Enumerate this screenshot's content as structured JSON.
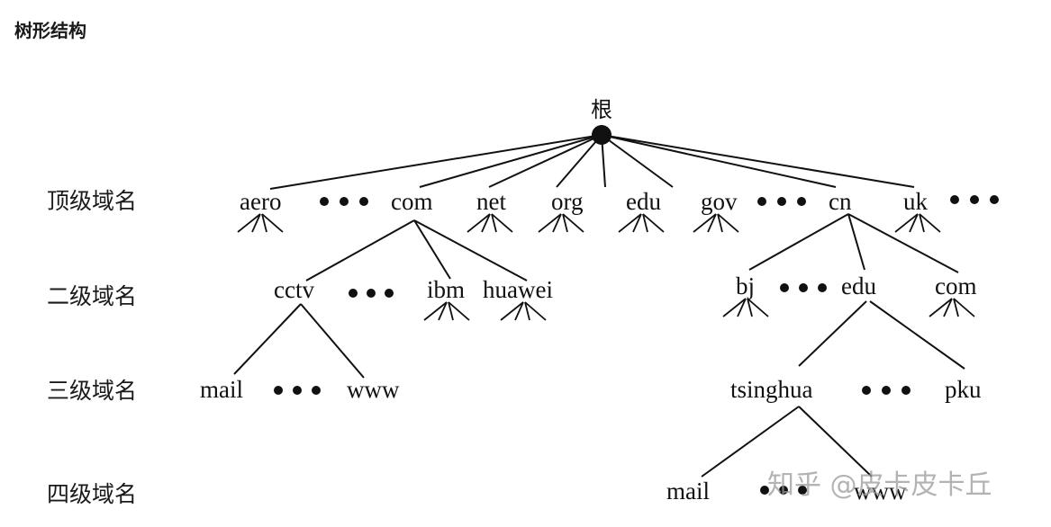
{
  "title": "树形结构",
  "root": {
    "label": "根"
  },
  "levels": [
    "顶级域名",
    "二级域名",
    "三级域名",
    "四级域名"
  ],
  "tld": [
    "aero",
    "•••",
    "com",
    "net",
    "org",
    "edu",
    "gov",
    "•••",
    "cn",
    "uk",
    "•••"
  ],
  "second_level": {
    "com": [
      "cctv",
      "•••",
      "ibm",
      "huawei"
    ],
    "cn": [
      "bj",
      "•••",
      "edu",
      "com"
    ]
  },
  "third_level": {
    "cctv": [
      "mail",
      "•••",
      "www"
    ],
    "cn.edu": [
      "tsinghua",
      "•••",
      "pku"
    ]
  },
  "fourth_level": {
    "tsinghua": [
      "mail",
      "•••",
      "www"
    ]
  },
  "watermark": "知乎 @皮卡皮卡丘"
}
